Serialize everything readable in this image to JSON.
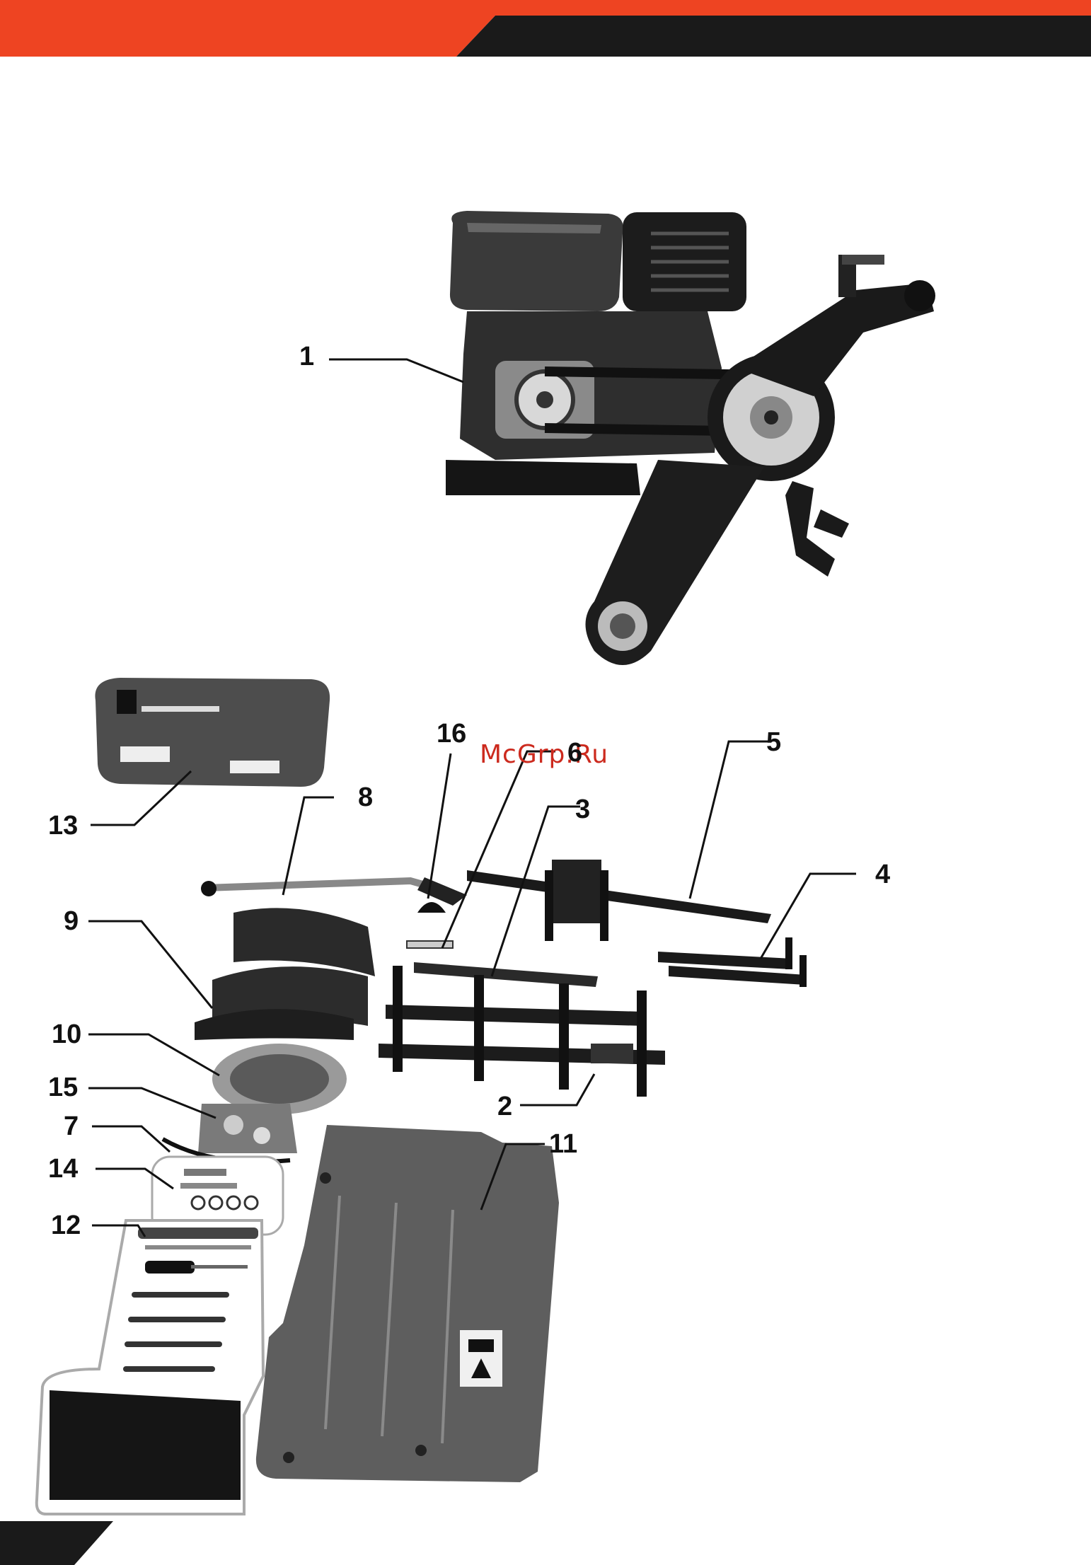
{
  "document": {
    "watermark": "McGrp.Ru",
    "callouts": [
      {
        "id": "1",
        "label": "1"
      },
      {
        "id": "2",
        "label": "2"
      },
      {
        "id": "3",
        "label": "3"
      },
      {
        "id": "4",
        "label": "4"
      },
      {
        "id": "5",
        "label": "5"
      },
      {
        "id": "6",
        "label": "6"
      },
      {
        "id": "7",
        "label": "7"
      },
      {
        "id": "8",
        "label": "8"
      },
      {
        "id": "9",
        "label": "9"
      },
      {
        "id": "10",
        "label": "10"
      },
      {
        "id": "11",
        "label": "11"
      },
      {
        "id": "12",
        "label": "12"
      },
      {
        "id": "13",
        "label": "13"
      },
      {
        "id": "14",
        "label": "14"
      },
      {
        "id": "15",
        "label": "15"
      },
      {
        "id": "16",
        "label": "16"
      }
    ]
  },
  "colors": {
    "accent": "#ee4422",
    "dark": "#1a1a1a",
    "watermark": "#cc2a1e"
  }
}
